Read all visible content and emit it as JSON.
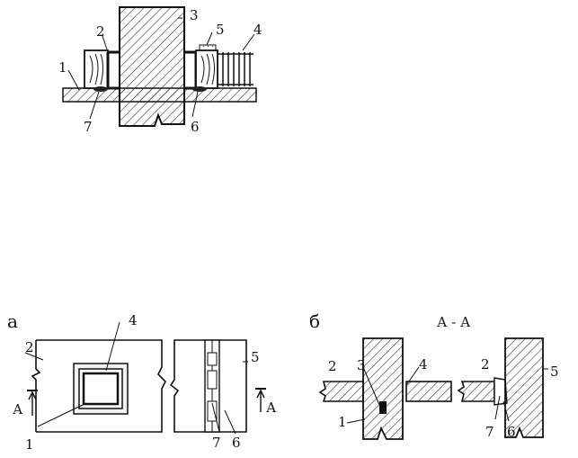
{
  "top_detail": {
    "labels": {
      "l1": "1",
      "l2": "2",
      "l3": "3",
      "l4": "4",
      "l5": "5",
      "l6": "6",
      "l7": "7"
    }
  },
  "fig_a": {
    "letter": "а",
    "labels": {
      "l1": "1",
      "l2": "2",
      "l4": "4",
      "l5": "5",
      "l6": "6",
      "l7": "7"
    },
    "section_left": "А",
    "section_right": "А"
  },
  "fig_b": {
    "letter": "б",
    "section_title": "А - А",
    "labels": {
      "l1": "1",
      "l2a": "2",
      "l2b": "2",
      "l3": "3",
      "l4": "4",
      "l5": "5",
      "l6": "6",
      "l7": "7"
    }
  }
}
